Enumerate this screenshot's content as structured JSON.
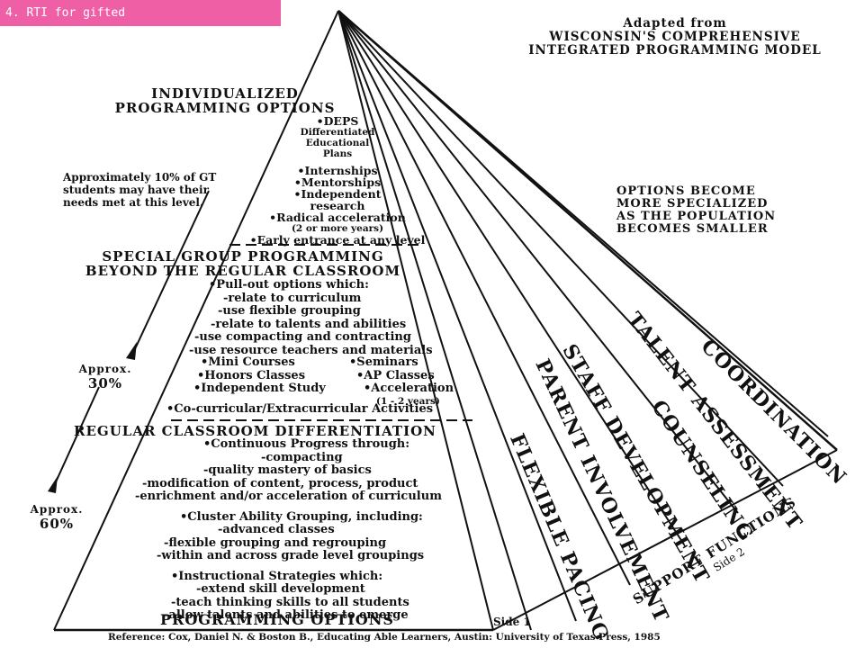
{
  "slide_tag": "4. RTI for gifted",
  "adapted": [
    "Adapted from",
    "WISCONSIN'S COMPREHENSIVE",
    "INTEGRATED PROGRAMMING MODEL"
  ],
  "tier1": {
    "title": [
      "INDIVIDUALIZED",
      "PROGRAMMING OPTIONS"
    ],
    "items": [
      "•DEPS",
      "Differentiated",
      "Educational",
      "Plans",
      "•Internships",
      "•Mentorships",
      "•Independent",
      "research",
      "•Radical acceleration",
      "(2 or more years)",
      "•Early entrance at any level"
    ]
  },
  "note_10": [
    "Approximately 10% of GT",
    "students may have their",
    "needs met at this level."
  ],
  "options_note": [
    "OPTIONS BECOME",
    "MORE SPECIALIZED",
    "AS THE POPULATION",
    "BECOMES SMALLER"
  ],
  "tier2": {
    "title": [
      "SPECIAL GROUP PROGRAMMING",
      "BEYOND THE REGULAR CLASSROOM"
    ],
    "items": [
      "•Pull-out options which:",
      "-relate to curriculum",
      "-use flexible grouping",
      "-relate to talents and abilities",
      "-use compacting and contracting",
      "-use resource teachers and materials"
    ],
    "col_left": [
      "•Mini Courses",
      "•Honors Classes",
      "•Independent Study"
    ],
    "col_right": [
      "•Seminars",
      "•AP Classes",
      "•Acceleration",
      "(1 - 2 years)"
    ],
    "last": "•Co-curricular/Extracurricular Activities"
  },
  "approx_30": [
    "Approx.",
    "30%"
  ],
  "approx_60": [
    "Approx.",
    "60%"
  ],
  "tier3": {
    "title": "REGULAR CLASSROOM DIFFERENTIATION",
    "items": [
      "•Continuous Progress through:",
      "-compacting",
      "-quality mastery of basics",
      "-modification of content, process, product",
      "-enrichment and/or acceleration of curriculum",
      "•Cluster Ability Grouping, including:",
      "-advanced classes",
      "-flexible grouping and regrouping",
      "-within and across grade level groupings",
      "•Instructional Strategies which:",
      "-extend skill development",
      "-teach thinking skills to all students",
      "-allow talents and abilities to emerge"
    ]
  },
  "side_labels": [
    "FLEXIBLE PACING",
    "PARENT INVOLVEMENT",
    "STAFF DEVELOPMENT",
    "COUNSELING",
    "TALENT ASSESSMENT",
    "COORDINATION"
  ],
  "support_functions": "SUPPORT FUNCTIONS",
  "side2": "Side 2",
  "side1": "Side 1",
  "bottom_title": "PROGRAMMING OPTIONS",
  "reference": "Reference: Cox, Daniel N. & Boston B., Educating Able Learners, Austin: University of Texas Press, 1985"
}
